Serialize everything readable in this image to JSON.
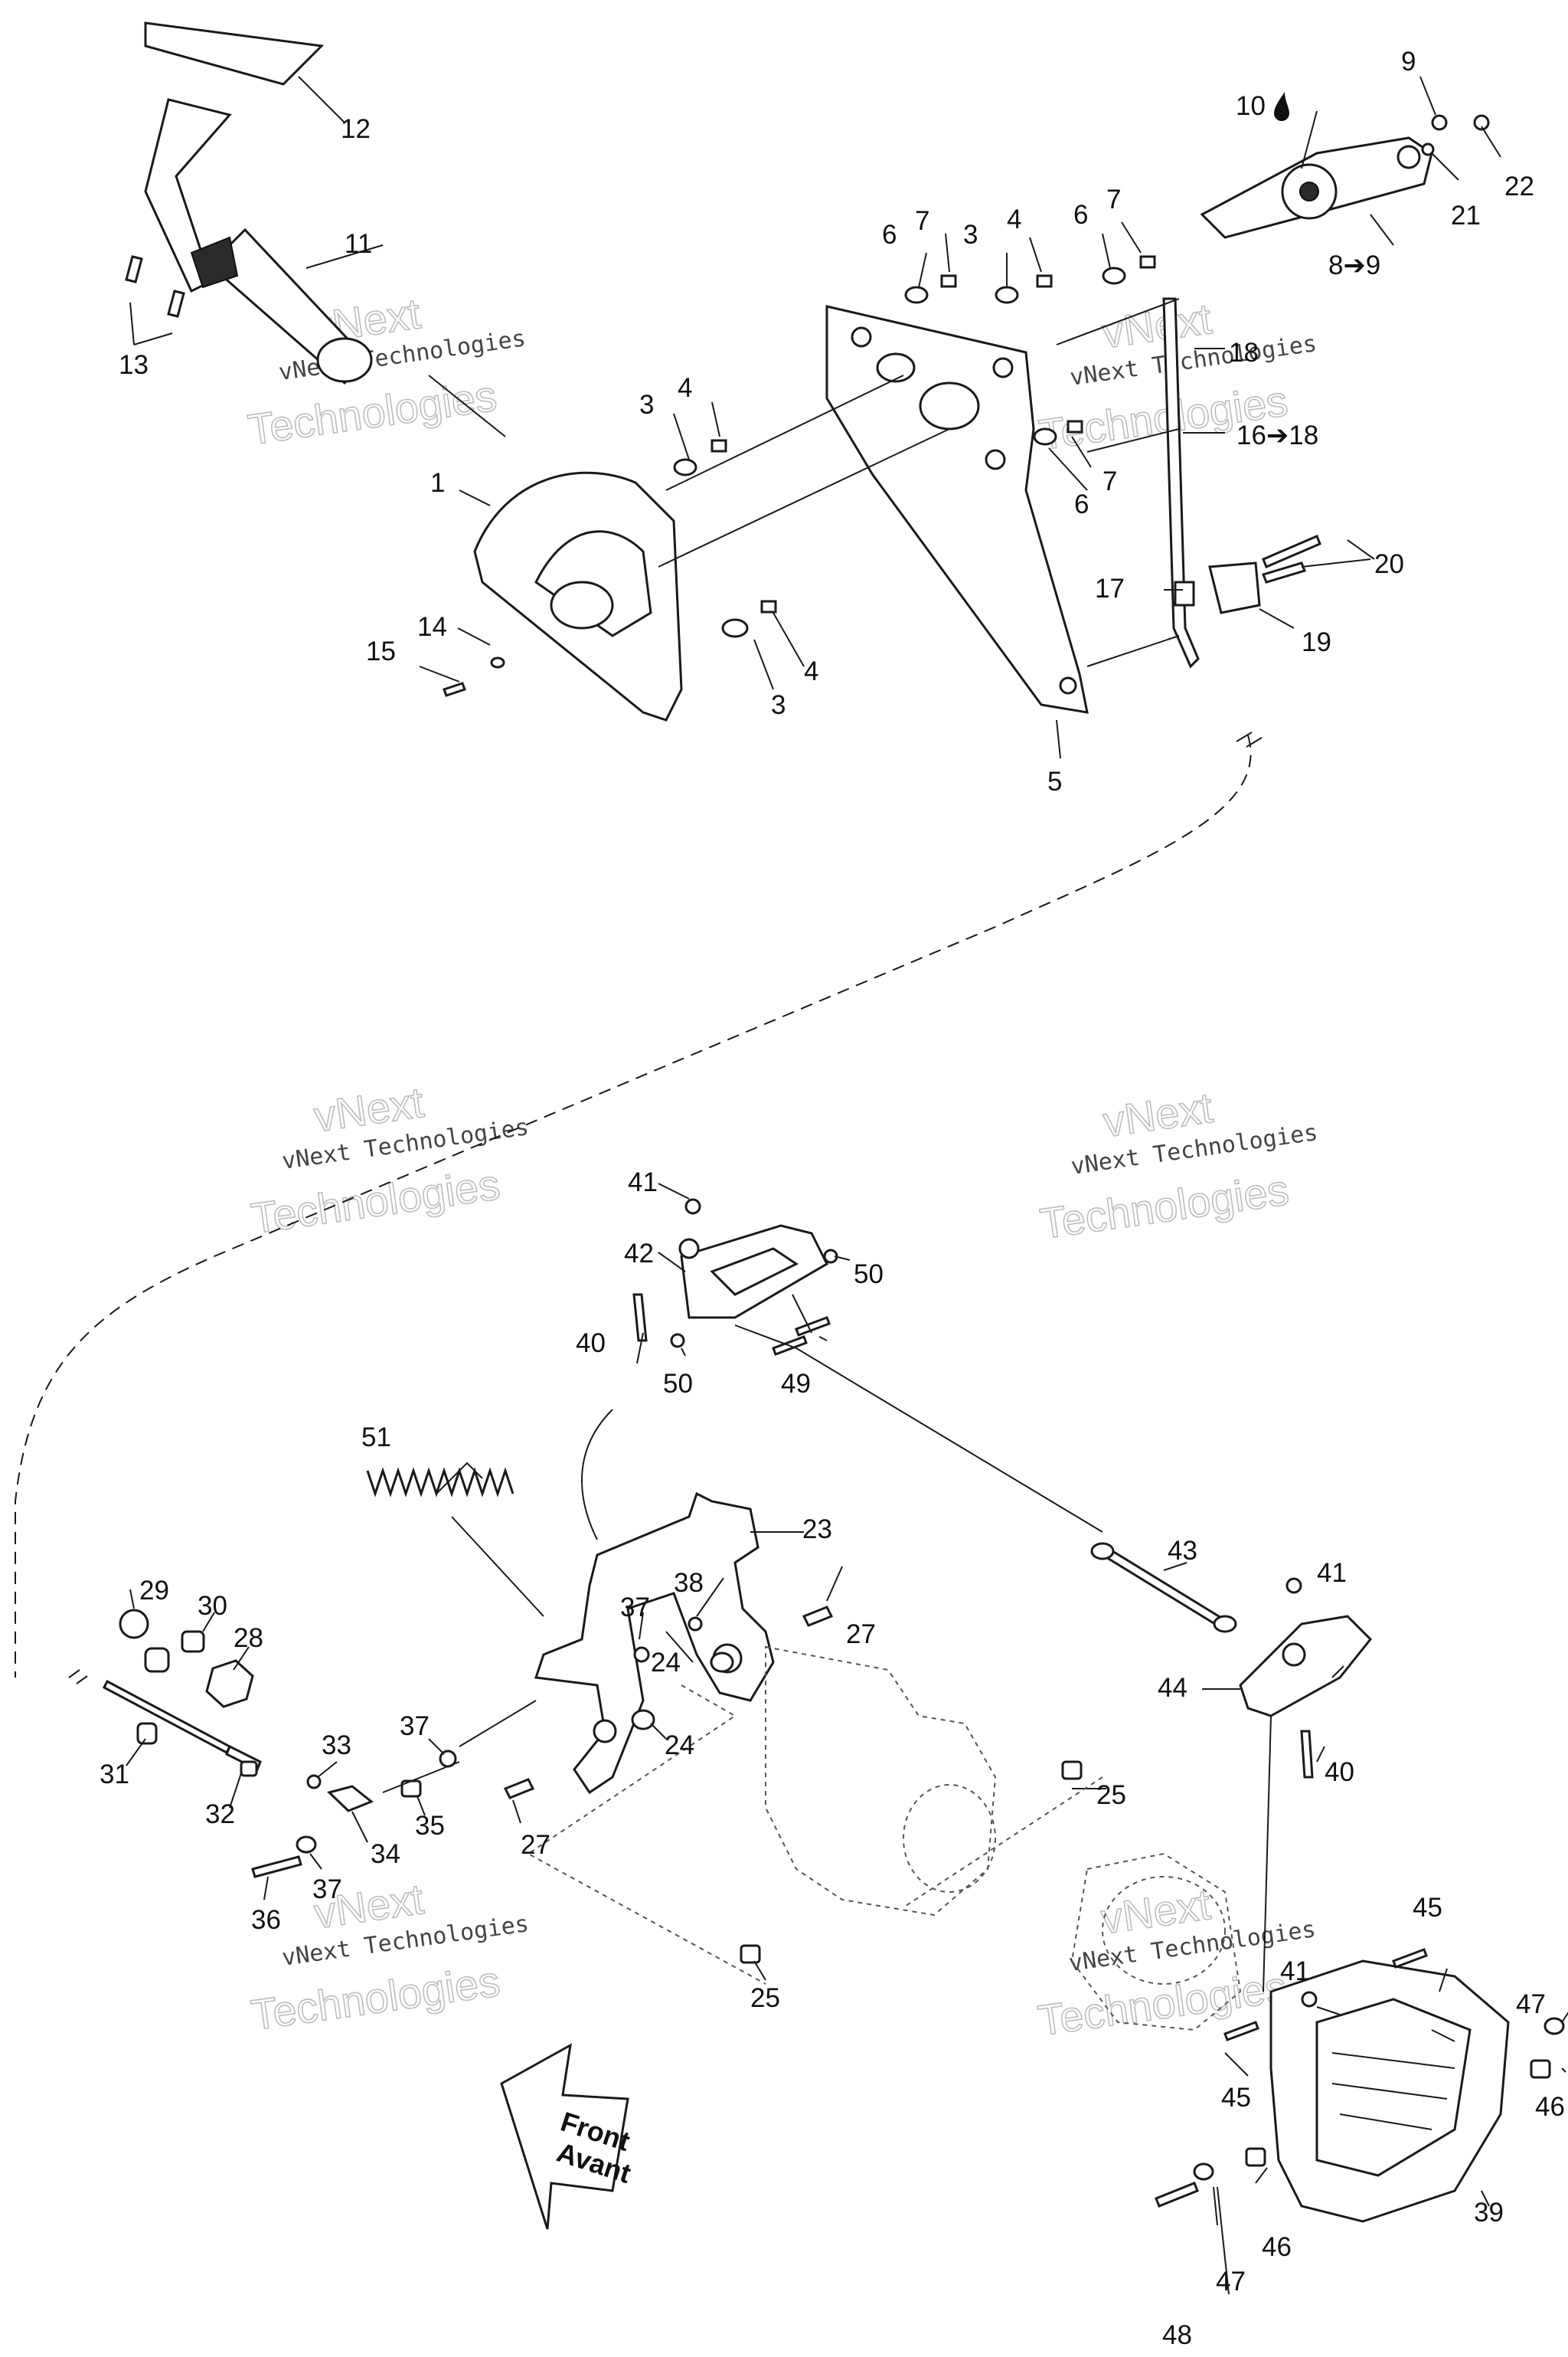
{
  "diagram": {
    "watermark": {
      "line1": "vNext",
      "line2": "vNext Technologies",
      "line3": "Technologies"
    },
    "direction_sign": {
      "line1": "Front",
      "line2": "Avant"
    },
    "callouts": {
      "c1": "1",
      "c3a": "3",
      "c3b": "3",
      "c3c": "3",
      "c4a": "4",
      "c4b": "4",
      "c4c": "4",
      "c5": "5",
      "c6a": "6",
      "c6b": "6",
      "c6c": "6",
      "c7a": "7",
      "c7b": "7",
      "c7c": "7",
      "c8": "8➔9",
      "c9": "9",
      "c10": "10",
      "c11": "11",
      "c12": "12",
      "c13": "13",
      "c14": "14",
      "c15": "15",
      "c16": "16➔18",
      "c17": "17",
      "c18": "18",
      "c19": "19",
      "c20": "20",
      "c21": "21",
      "c22": "22",
      "c23": "23",
      "c24a": "24",
      "c24b": "24",
      "c25a": "25",
      "c25b": "25",
      "c27a": "27",
      "c27b": "27",
      "c28": "28",
      "c29": "29",
      "c30": "30",
      "c31": "31",
      "c32": "32",
      "c33": "33",
      "c34": "34",
      "c35": "35",
      "c36": "36",
      "c37a": "37",
      "c37b": "37",
      "c37c": "37",
      "c38": "38",
      "c39": "39",
      "c40a": "40",
      "c40b": "40",
      "c41a": "41",
      "c41b": "41",
      "c41c": "41",
      "c42": "42",
      "c43": "43",
      "c44": "44",
      "c45a": "45",
      "c45b": "45",
      "c46a": "46",
      "c46b": "46",
      "c47a": "47",
      "c47b": "47",
      "c48": "48",
      "c49": "49",
      "c50a": "50",
      "c50b": "50",
      "c51": "51"
    }
  }
}
